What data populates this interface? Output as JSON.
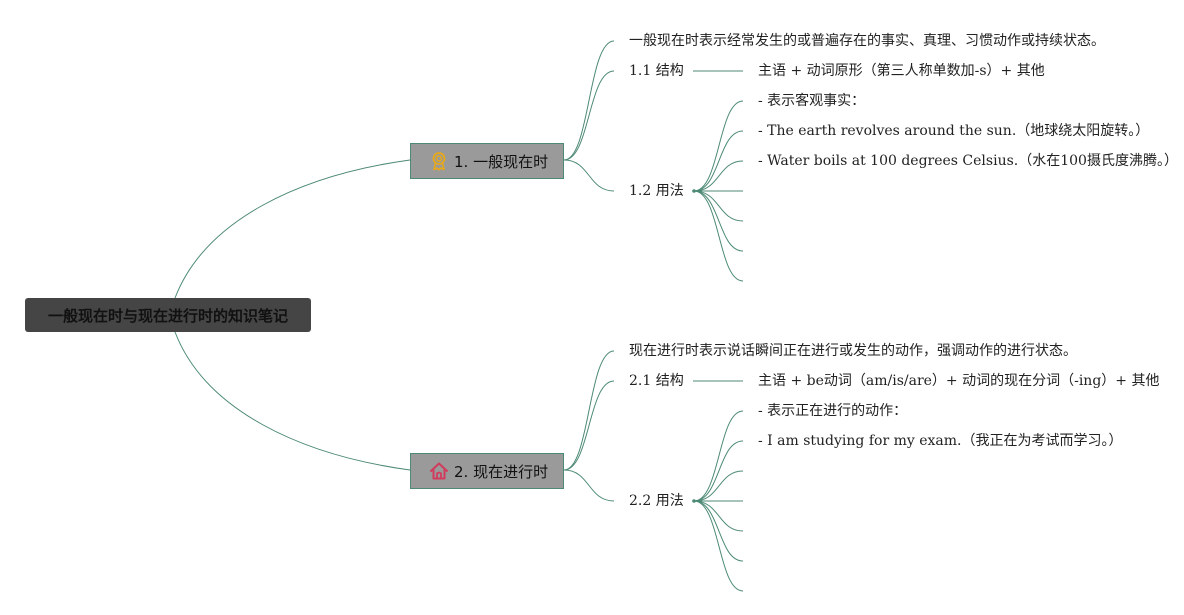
{
  "root": {
    "title": "一般现在时与现在进行时的知识笔记"
  },
  "colors": {
    "line": "#4d8a75",
    "root_bg": "#454545",
    "topic_bg": "#9a9a9a",
    "award_icon": "#e7a91a",
    "home_icon": "#d13b5c"
  },
  "topics": [
    {
      "label": "1. 一般现在时",
      "icon": "award-icon",
      "definition": "一般现在时表示经常发生的或普遍存在的事实、真理、习惯动作或持续状态。",
      "structure": {
        "label": "1.1 结构",
        "value": "主语 + 动词原形（第三人称单数加-s）+ 其他"
      },
      "usage": {
        "label": "1.2 用法",
        "items": [
          "- 表示客观事实：",
          "- The earth revolves around the sun.（地球绕太阳旋转。）",
          "- Water boils at 100 degrees Celsius.（水在100摄氏度沸腾。）"
        ]
      }
    },
    {
      "label": "2. 现在进行时",
      "icon": "home-icon",
      "definition": "现在进行时表示说话瞬间正在进行或发生的动作，强调动作的进行状态。",
      "structure": {
        "label": "2.1 结构",
        "value": "主语 + be动词（am/is/are）+ 动词的现在分词（-ing）+ 其他"
      },
      "usage": {
        "label": "2.2 用法",
        "items": [
          "- 表示正在进行的动作：",
          "- I am studying for my exam.（我正在为考试而学习。）"
        ]
      }
    }
  ]
}
